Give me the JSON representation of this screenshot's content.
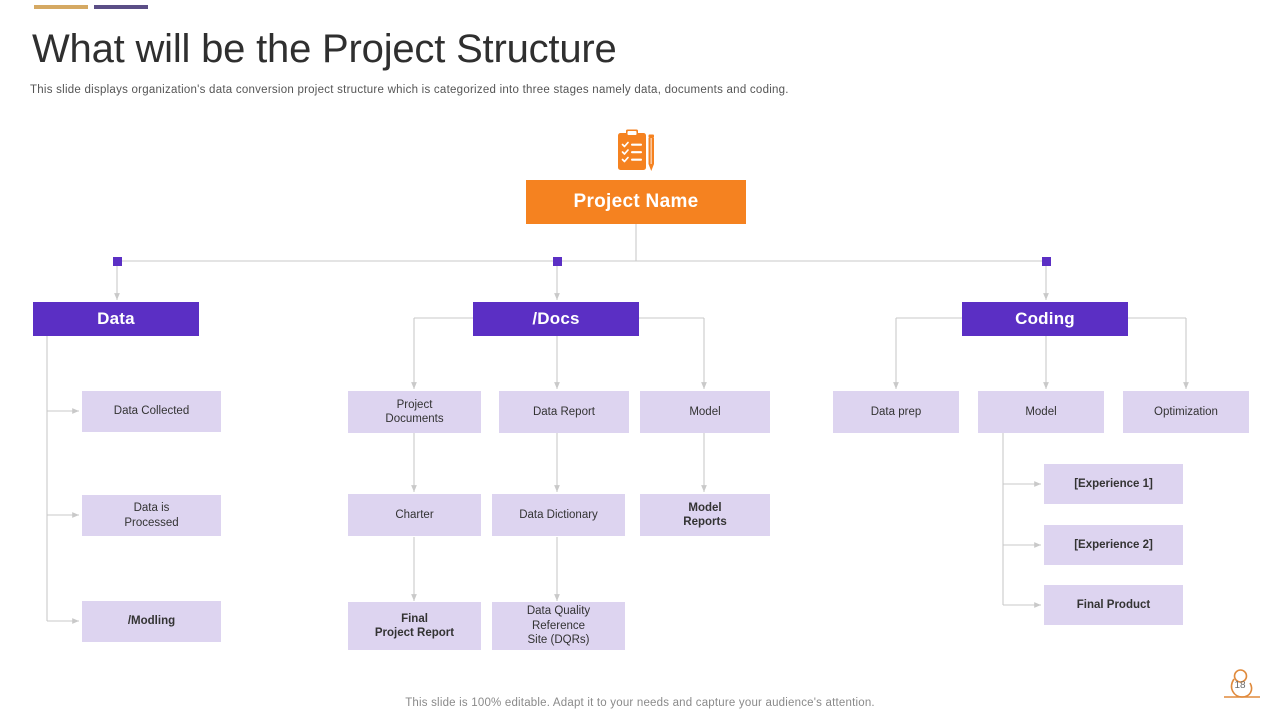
{
  "slide": {
    "title": "What will be the Project Structure",
    "subtitle": "This slide displays organization's data conversion  project structure which is categorized into three stages namely data, documents and coding.",
    "footer_note": "This slide is 100% editable. Adapt it to your needs and capture your audience's attention.",
    "page_number": "18"
  },
  "accents": {
    "bar_gold_color": "#d5a963",
    "bar_purple_color": "#5b4e86"
  },
  "colors": {
    "root_orange": "#f58220",
    "category_purple": "#5b2fc4",
    "leaf_lavender": "#ddd4f0",
    "connector_gray": "#c9c9c9",
    "marker_purple": "#5b2fc4",
    "badge_orange": "#e08a3c"
  },
  "root": {
    "label": "Project Name",
    "icon": "clipboard-checklist-icon"
  },
  "categories": [
    {
      "id": "data",
      "label": "Data",
      "children": [
        {
          "label": "Data Collected",
          "bold": false
        },
        {
          "label": "Data is\nProcessed",
          "bold": false
        },
        {
          "label": "/Modling",
          "bold": true
        }
      ]
    },
    {
      "id": "docs",
      "label": "/Docs",
      "children": [
        {
          "label": "Project\nDocuments",
          "bold": false
        },
        {
          "label": "Data Report",
          "bold": false
        },
        {
          "label": "Model",
          "bold": false
        },
        {
          "label": "Charter",
          "bold": false
        },
        {
          "label": "Data Dictionary",
          "bold": false
        },
        {
          "label": "Model\nReports",
          "bold": true
        },
        {
          "label": "Final\nProject Report",
          "bold": true
        },
        {
          "label": "Data Quality\nReference\nSite (DQRs)",
          "bold": false
        }
      ]
    },
    {
      "id": "coding",
      "label": "Coding",
      "children": [
        {
          "label": "Data prep",
          "bold": false
        },
        {
          "label": "Model",
          "bold": false
        },
        {
          "label": "Optimization",
          "bold": false
        },
        {
          "label": "[Experience 1]",
          "bold": true
        },
        {
          "label": "[Experience 2]",
          "bold": true
        },
        {
          "label": "Final Product",
          "bold": true
        }
      ]
    }
  ],
  "nodes": {
    "data_collected": "Data Collected",
    "data_is_processed": "Data is\nProcessed",
    "modling": "/Modling",
    "project_documents": "Project\nDocuments",
    "data_report": "Data Report",
    "model_docs": "Model",
    "charter": "Charter",
    "data_dictionary": "Data Dictionary",
    "model_reports": "Model\nReports",
    "final_project_report": "Final\nProject Report",
    "data_quality": "Data Quality\nReference\nSite (DQRs)",
    "data_prep": "Data prep",
    "model_coding": "Model",
    "optimization": "Optimization",
    "experience_1": "[Experience 1]",
    "experience_2": "[Experience 2]",
    "final_product": "Final Product"
  }
}
